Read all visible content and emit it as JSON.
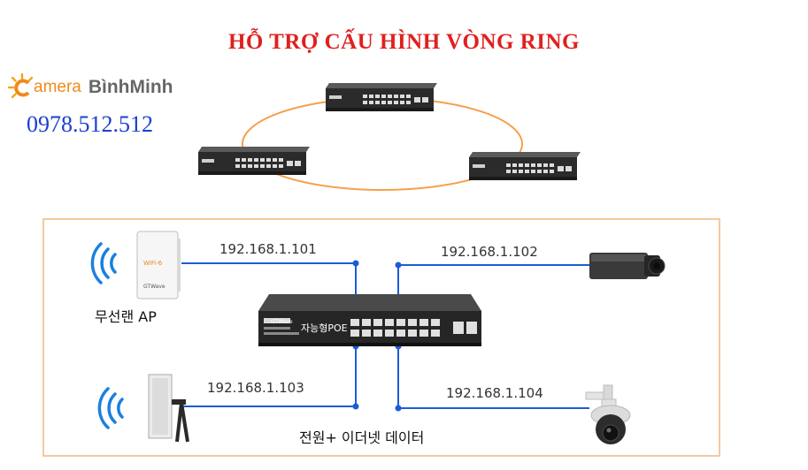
{
  "title": "HỖ TRỢ CẤU HÌNH VÒNG RING",
  "logo": {
    "word": "amera",
    "brand": "BìnhMinh"
  },
  "phone": "0978.512.512",
  "switch_label": "자능형POE",
  "switch_brand": "GTWave",
  "ips": {
    "ap_top": "192.168.1.101",
    "camera_top": "192.168.1.102",
    "ap_bottom": "192.168.1.103",
    "camera_bottom": "192.168.1.104"
  },
  "labels": {
    "wireless_ap": "무선랜 AP",
    "power_data": "전원+ 이더넷 데이터"
  },
  "colors": {
    "title": "#e02020",
    "ring": "#f5a04a",
    "link": "#1c5cd6",
    "phone": "#1a3fd1",
    "box_border": "#f3c9a0"
  }
}
